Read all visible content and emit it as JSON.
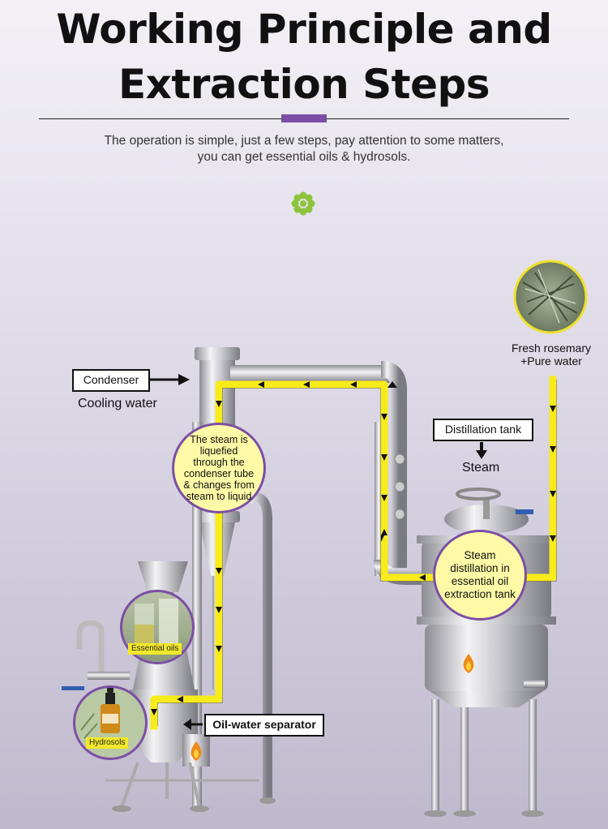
{
  "header": {
    "title_line1": "Working Principle and",
    "title_line2": "Extraction Steps",
    "subtitle_line1": "The operation is simple, just a few steps, pay attention to some matters,",
    "subtitle_line2": "you can get essential oils & hydrosols."
  },
  "diagram": {
    "condenser_label": "Condenser",
    "cooling_water_label": "Cooling water",
    "distillation_tank_label": "Distillation tank",
    "steam_label": "Steam",
    "raw_material_line1": "Fresh rosemary",
    "raw_material_line2": "+Pure water",
    "condenser_bubble_text": "The steam is liquefied through the condenser tube & changes from steam to liquid",
    "tank_bubble_text": "Steam distillation in essential oil extraction tank",
    "separator_label": "Oil-water separator",
    "essential_oils_caption": "Essential oils",
    "hydrosols_caption": "Hydrosols"
  },
  "colors": {
    "flow_line": "#f7ec1a",
    "accent": "#7b4fa6",
    "bubble_fill": "#fdf9a6",
    "bubble_border": "#7c4ea4"
  },
  "icons": [
    "flower-icon",
    "arrow-right-icon",
    "arrow-down-icon",
    "arrow-left-icon",
    "flame-icon"
  ]
}
